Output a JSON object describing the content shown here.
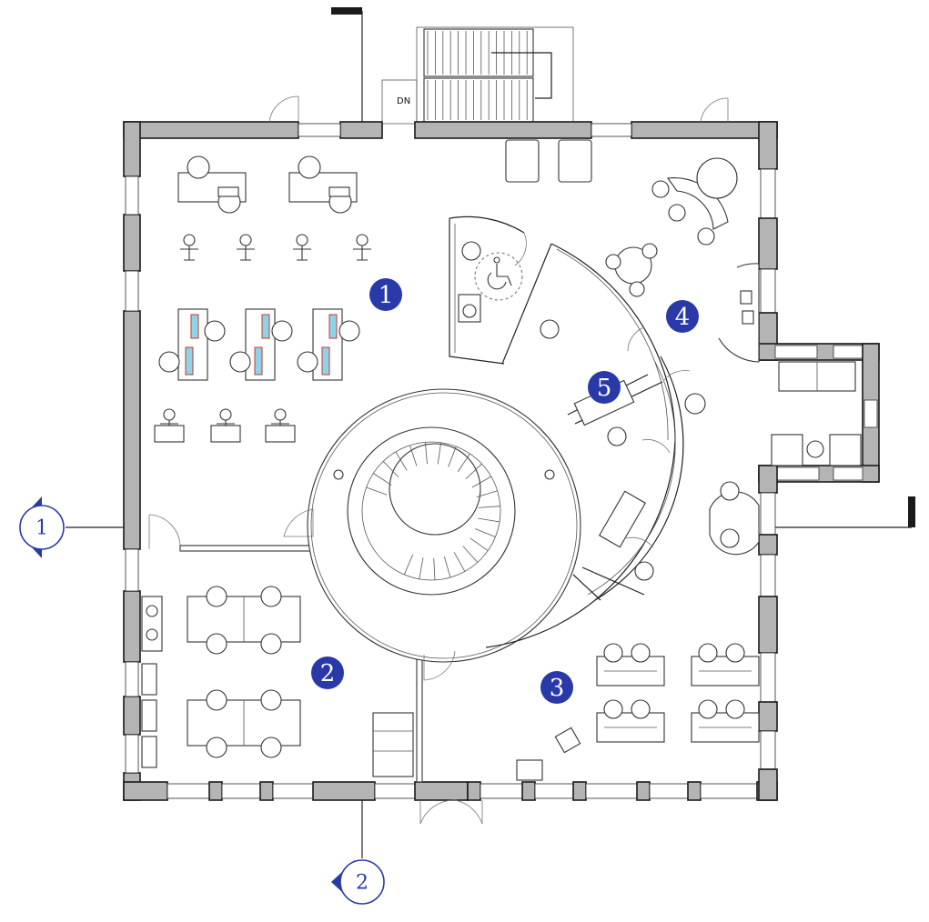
{
  "drawing": {
    "stair_direction_label": "DN",
    "room_markers": [
      {
        "id": "room-1",
        "label": "1"
      },
      {
        "id": "room-2",
        "label": "2"
      },
      {
        "id": "room-3",
        "label": "3"
      },
      {
        "id": "room-4",
        "label": "4"
      },
      {
        "id": "room-5",
        "label": "5"
      }
    ],
    "section_markers": [
      {
        "id": "section-1",
        "label": "1"
      },
      {
        "id": "section-2",
        "label": "2"
      }
    ],
    "colors": {
      "marker_blue": "#2a39a8",
      "wall_fill": "#b4b4b4",
      "line": "#222222"
    },
    "icons": [
      "wheelchair-icon",
      "spiral-stair-icon",
      "straight-stair-icon"
    ]
  }
}
